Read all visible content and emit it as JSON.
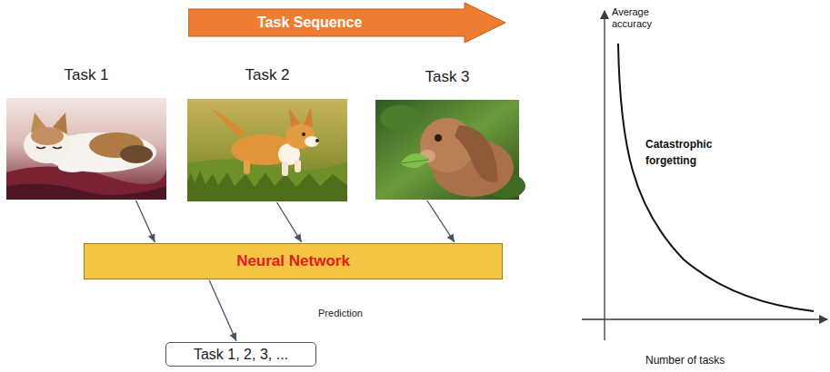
{
  "diagram": {
    "nodes": [
      {
        "text": [
          "Task Sequence"
        ]
      },
      {
        "text": [
          "Task 1"
        ]
      },
      {
        "text": [
          "Task 2"
        ]
      },
      {
        "text": [
          "Task 3"
        ]
      },
      {
        "text": [
          "Neural Network"
        ]
      },
      {
        "text": [
          "Task 1, 2, 3, ..."
        ]
      }
    ],
    "edges": [
      {
        "from": 1,
        "to": 4,
        "arrow": "to"
      },
      {
        "from": 2,
        "to": 4,
        "arrow": "to"
      },
      {
        "from": 3,
        "to": 4,
        "arrow": "to"
      },
      {
        "from": 4,
        "to": 5,
        "label": "Prediction",
        "arrow": "to"
      }
    ],
    "labels": [
      "Average accuracy",
      "Catastrophic forgetting",
      "Number of tasks"
    ]
  }
}
